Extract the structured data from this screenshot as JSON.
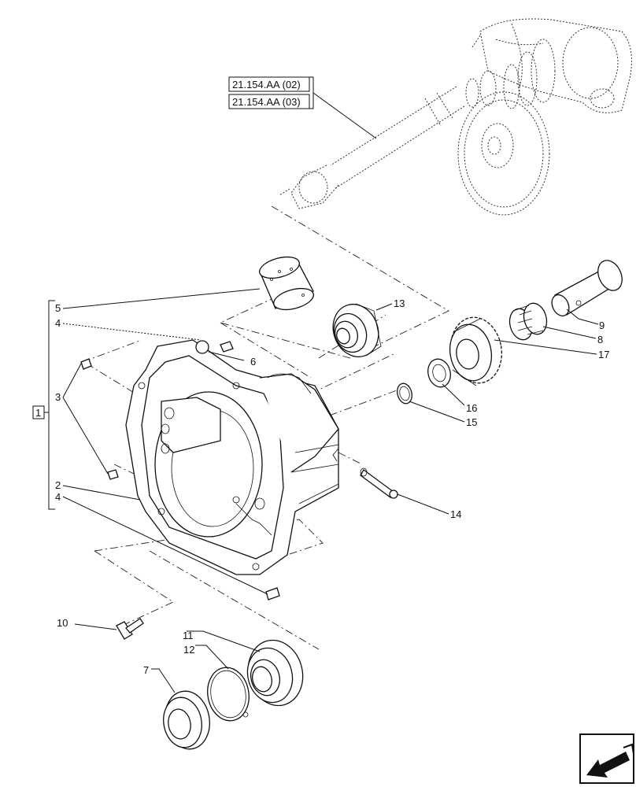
{
  "references": [
    "21.154.AA (02)",
    "21.154.AA (03)"
  ],
  "group_label": "1",
  "callouts": {
    "c2": "2",
    "c3": "3",
    "c4a": "4",
    "c4b": "4",
    "c5": "5",
    "c6": "6",
    "c7": "7",
    "c8": "8",
    "c9": "9",
    "c10": "10",
    "c11": "11",
    "c12": "12",
    "c13": "13",
    "c14": "14",
    "c15": "15",
    "c16": "16",
    "c17": "17"
  },
  "nav_icon": "view-arrow-icon"
}
